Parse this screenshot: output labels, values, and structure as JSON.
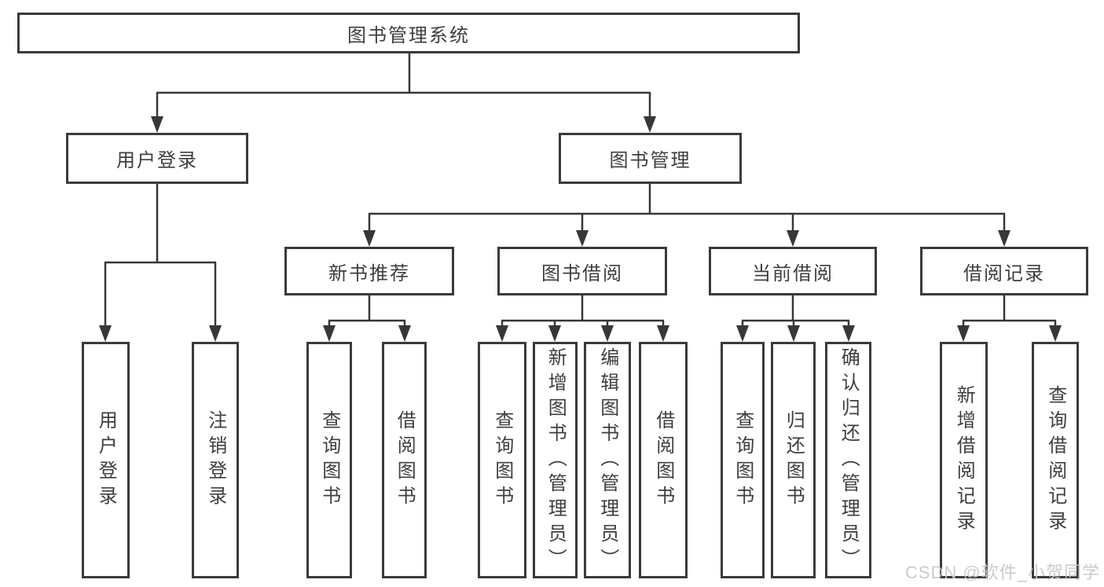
{
  "diagram": {
    "tree": {
      "root": {
        "label": "图书管理系统"
      },
      "level2": [
        {
          "label": "用户登录",
          "leaves": [
            {
              "label": "用户登录"
            },
            {
              "label": "注销登录"
            }
          ]
        },
        {
          "label": "图书管理",
          "children": [
            {
              "label": "新书推荐",
              "leaves": [
                {
                  "label": "查询图书"
                },
                {
                  "label": "借阅图书"
                }
              ]
            },
            {
              "label": "图书借阅",
              "leaves": [
                {
                  "label": "查询图书"
                },
                {
                  "label": "新增图书（管理员）"
                },
                {
                  "label": "编辑图书（管理员）"
                },
                {
                  "label": "借阅图书"
                }
              ]
            },
            {
              "label": "当前借阅",
              "leaves": [
                {
                  "label": "查询图书"
                },
                {
                  "label": "归还图书"
                },
                {
                  "label": "确认归还（管理员）"
                }
              ]
            },
            {
              "label": "借阅记录",
              "leaves": [
                {
                  "label": "新增借阅记录"
                },
                {
                  "label": "查询借阅记录"
                }
              ]
            }
          ]
        }
      ]
    }
  },
  "colors": {
    "line": "#373737",
    "box_border": "#3a3a3a",
    "text": "#3e3e3e",
    "watermark": "#c7c7c7",
    "background": "#ffffff"
  },
  "watermark": {
    "text": "CSDN @软件_小贺同学"
  }
}
